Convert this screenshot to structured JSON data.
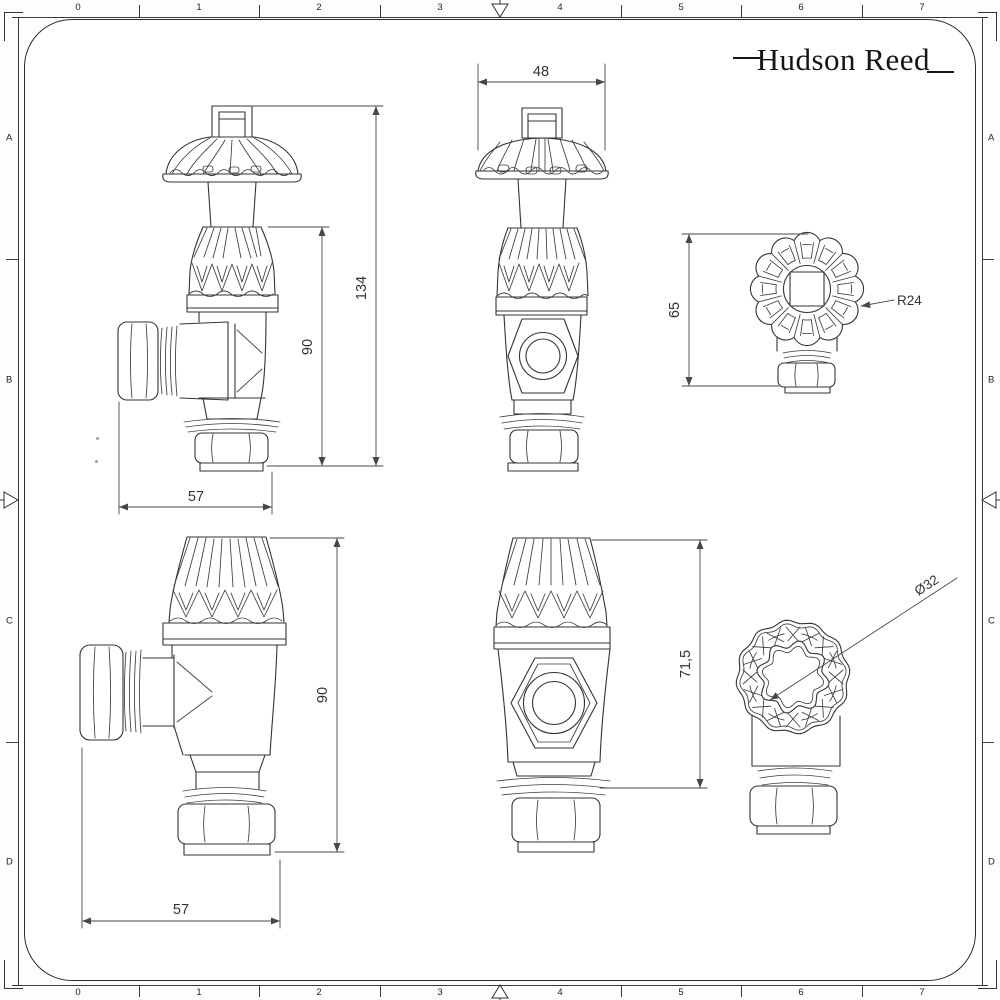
{
  "logo": {
    "text": "Hudson Reed"
  },
  "frame": {
    "columns": [
      "0",
      "1",
      "2",
      "3",
      "4",
      "5",
      "6",
      "7"
    ],
    "rows": [
      "A",
      "B",
      "C",
      "D"
    ]
  },
  "dimensions": {
    "angle_total_height": "134",
    "angle_body_height": "90",
    "angle_width": "57",
    "head_width": "48",
    "head_height": "65",
    "head_radius": "R24",
    "lockshield_height": "90",
    "lockshield_width": "57",
    "lockshield_front_height": "71,5",
    "lockshield_head_diameter": "Ø32"
  },
  "colors": {
    "line": "#333333",
    "dimension": "#474747",
    "sheet": "#ffffff"
  }
}
